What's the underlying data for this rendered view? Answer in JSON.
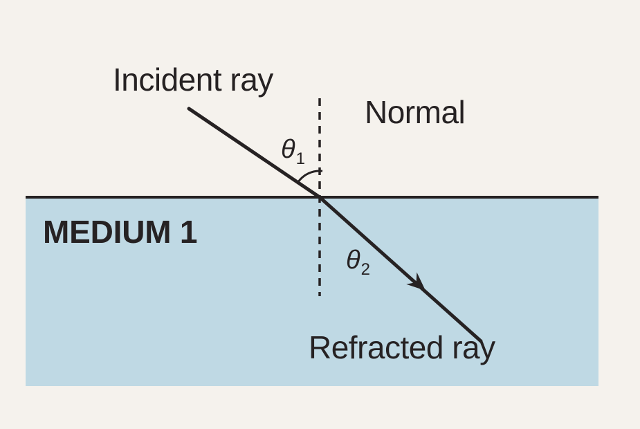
{
  "diagram": {
    "labels": {
      "incident_ray": "Incident ray",
      "normal": "Normal",
      "medium_1": "MEDIUM 1",
      "refracted_ray": "Refracted ray"
    },
    "angles": {
      "theta_1": {
        "symbol": "θ",
        "subscript": "1"
      },
      "theta_2": {
        "symbol": "θ",
        "subscript": "2"
      }
    },
    "colors": {
      "background": "#f5f2ed",
      "medium_fill": "#bfd9e4",
      "line_ink": "#262223"
    }
  }
}
